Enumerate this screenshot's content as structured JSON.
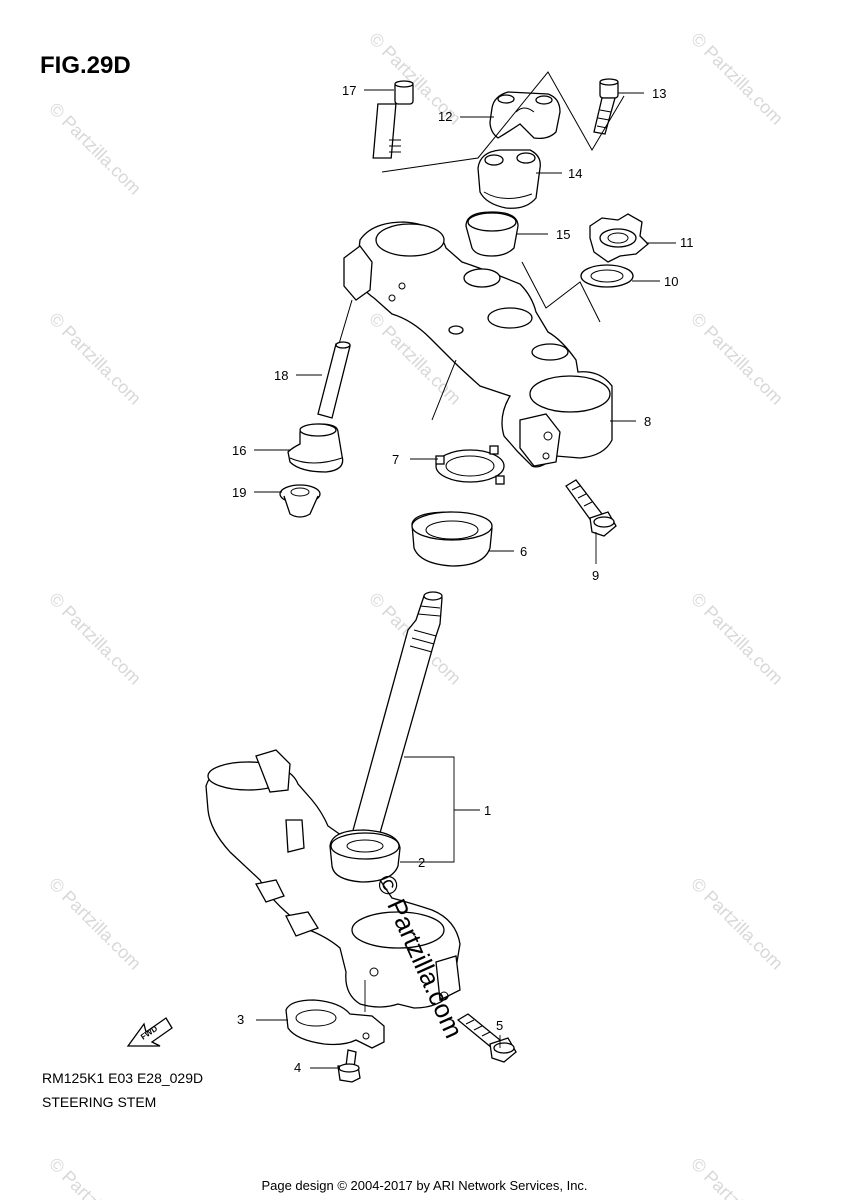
{
  "figure": {
    "title": "FIG.29D",
    "code": "RM125K1 E03 E28_029D",
    "caption": "STEERING STEM",
    "footer": "Page design © 2004-2017 by ARI Network Services, Inc.",
    "fwd_label": "FWD"
  },
  "watermark": {
    "text": "© Partzilla.com",
    "center_text": "© Partzilla.com"
  },
  "callouts": [
    {
      "id": "c1",
      "label": "1"
    },
    {
      "id": "c2",
      "label": "2"
    },
    {
      "id": "c3",
      "label": "3"
    },
    {
      "id": "c4",
      "label": "4"
    },
    {
      "id": "c5",
      "label": "5"
    },
    {
      "id": "c6",
      "label": "6"
    },
    {
      "id": "c7",
      "label": "7"
    },
    {
      "id": "c8",
      "label": "8"
    },
    {
      "id": "c9",
      "label": "9"
    },
    {
      "id": "c10",
      "label": "10"
    },
    {
      "id": "c11",
      "label": "11"
    },
    {
      "id": "c12",
      "label": "12"
    },
    {
      "id": "c13",
      "label": "13"
    },
    {
      "id": "c14",
      "label": "14"
    },
    {
      "id": "c15",
      "label": "15"
    },
    {
      "id": "c16",
      "label": "16"
    },
    {
      "id": "c17",
      "label": "17"
    },
    {
      "id": "c18",
      "label": "18"
    },
    {
      "id": "c19",
      "label": "19"
    }
  ]
}
